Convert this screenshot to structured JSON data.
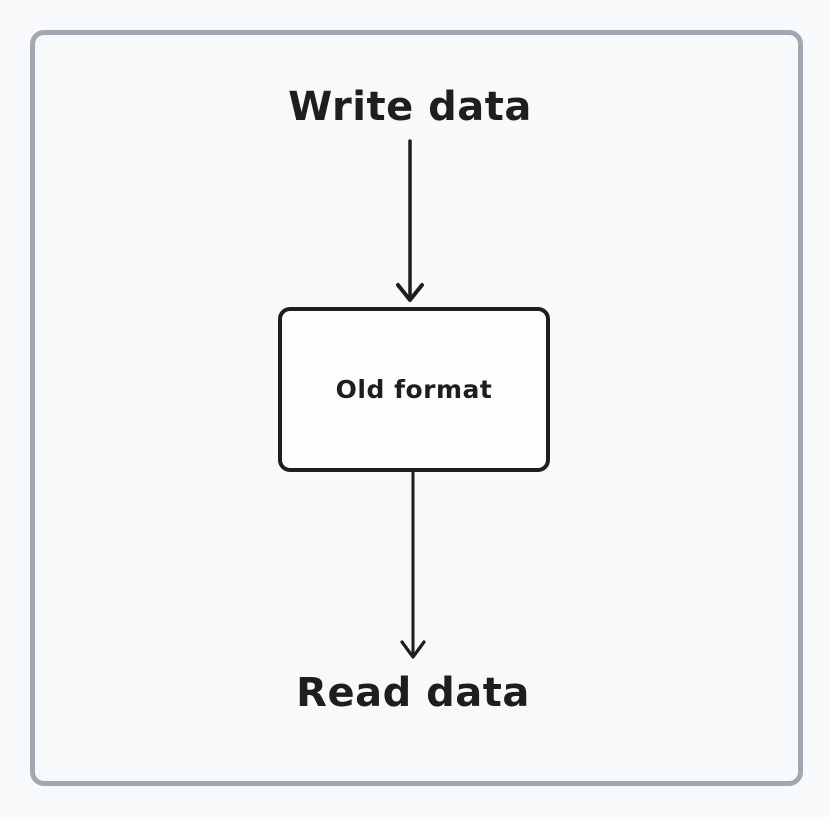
{
  "diagram": {
    "nodes": {
      "write_label": "Write data",
      "box_label": "Old format",
      "read_label": "Read data"
    },
    "edges": [
      {
        "from": "write-data-label",
        "to": "old-format-box",
        "style": "arrow-down"
      },
      {
        "from": "old-format-box",
        "to": "read-data-label",
        "style": "arrow-down"
      }
    ],
    "icons": {
      "arrow_1": "arrow-down-icon",
      "arrow_2": "arrow-down-icon"
    },
    "colors": {
      "stroke": "#1e1e1e",
      "frame_border": "#a0a8b2",
      "background": "#f8f9fa",
      "box_fill": "#fdfdfe"
    }
  }
}
